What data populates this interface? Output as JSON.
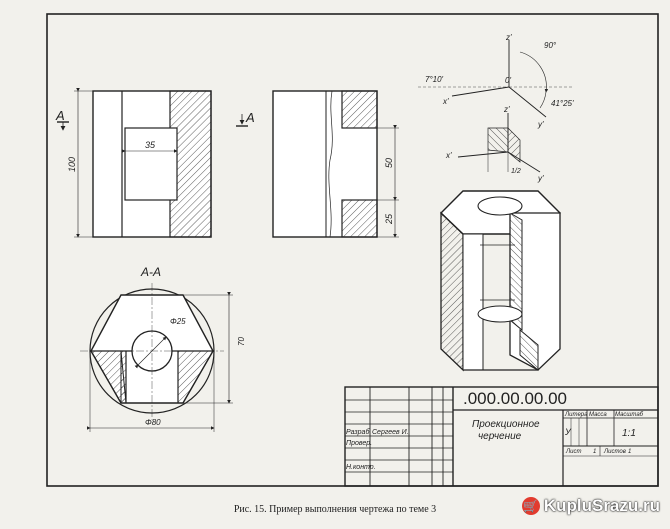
{
  "views": {
    "front": {
      "label_a": "A",
      "dim_height": "100",
      "dim_width": "35"
    },
    "side": {
      "label_a": "A",
      "dim_upper": "50",
      "dim_lower": "25"
    },
    "section": {
      "title": "A-A",
      "dim_diameter_hole": "Φ25",
      "dim_height": "70",
      "dim_diameter_outer": "Φ80"
    },
    "axes": {
      "upper": {
        "z": "z'",
        "o": "0'",
        "x": "x'",
        "y": "y'",
        "angle_left": "7°10'",
        "angle_top": "90°",
        "angle_right": "41°25'"
      },
      "lower": {
        "z": "z'",
        "x": "x'",
        "y": "y'",
        "ratio": "1/2"
      }
    }
  },
  "title_block": {
    "code": ".000.00.00.00",
    "name_line1": "Проекционное",
    "name_line2": "черчение",
    "head_litera": "Литера",
    "head_massa": "Масса",
    "head_masshtab": "Масштаб",
    "litera_value": "У",
    "scale_value": "1:1",
    "sheet_label": "Лист",
    "sheet_num": "1",
    "sheets_label": "Листов",
    "sheets_num": "1",
    "row_razrab": "Разраб.",
    "row_razrab_name": "Сергеев И.",
    "row_prov": "Провер.",
    "row_nkontr": "Н.контр."
  },
  "caption": "Рис. 15. Пример выполнения чертежа по теме 3",
  "watermark": "KupluSrazu.ru"
}
